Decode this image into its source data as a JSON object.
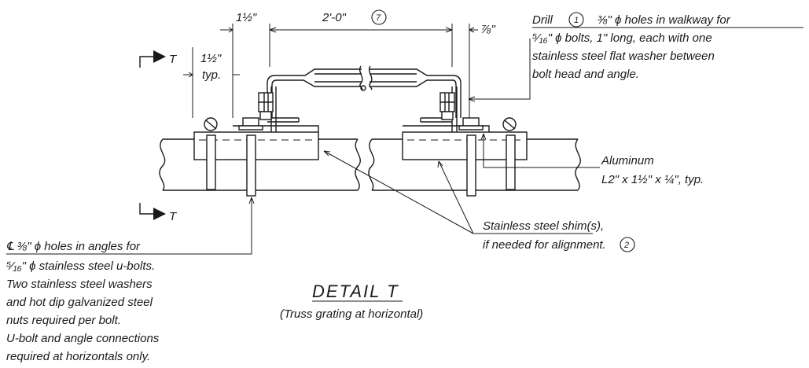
{
  "title": "DETAIL T",
  "subtitle": "(Truss grating at horizontal)",
  "section_marker": "T",
  "dimensions": {
    "left_offset": "1½\"",
    "span": "2'-0\"",
    "span_ref": "7",
    "right_offset": "⅞\"",
    "typ_offset": "1½\"",
    "typ_label": "typ."
  },
  "callouts": {
    "drill": {
      "prefix": "Drill",
      "count": "1",
      "line1_rest": "⅜\" ϕ holes in walkway for",
      "line2": "⁵⁄₁₆\" ϕ bolts, 1\" long, each with one",
      "line3": "stainless steel flat washer between",
      "line4": "bolt head and angle."
    },
    "aluminum": {
      "line1": "Aluminum",
      "line2": "L2\" x 1½\" x ¼\", typ."
    },
    "shim": {
      "line1": "Stainless steel shim(s),",
      "line2": "if needed for alignment.",
      "ref": "2"
    },
    "holes": {
      "line1": "℄ ⅜\" ϕ holes in angles for",
      "line2": "⁵⁄₁₆\" ϕ stainless steel u-bolts.",
      "line3": "Two stainless steel washers",
      "line4": "and hot dip galvanized steel",
      "line5": "nuts required per bolt.",
      "line6": "U-bolt and angle connections",
      "line7": "required at horizontals only."
    }
  }
}
